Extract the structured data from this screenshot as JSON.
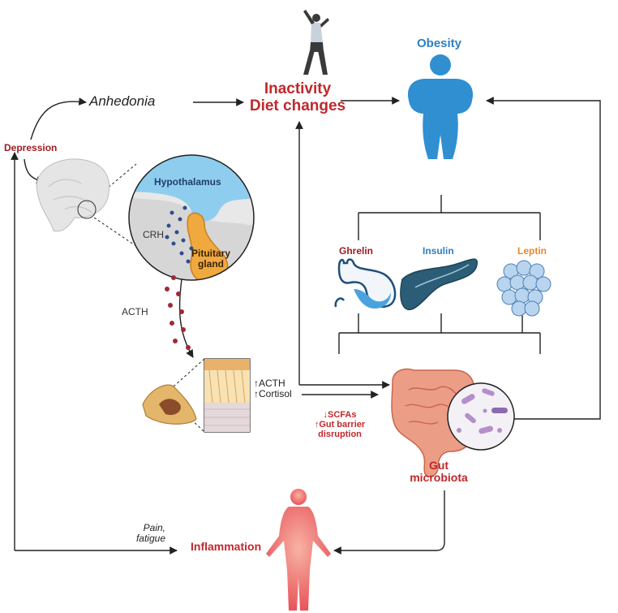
{
  "labels": {
    "obesity": "Obesity",
    "inactivity_line1": "Inactivity",
    "inactivity_line2": "Diet changes",
    "anhedonia": "Anhedonia",
    "depression": "Depression",
    "hypothalamus": "Hypothalamus",
    "crh": "CRH",
    "pituitary_line1": "Pituitary",
    "pituitary_line2": "gland",
    "acth": "ACTH",
    "up_acth": "↑ACTH",
    "up_cortisol": "↑Cortisol",
    "ghrelin": "Ghrelin",
    "insulin": "Insulin",
    "leptin": "Leptin",
    "scfas": "↓SCFAs",
    "gut_barrier_line1": "↑Gut barrier",
    "gut_barrier_line2": "disruption",
    "gut_line1": "Gut",
    "gut_line2": "microbiota",
    "pain": "Pain,",
    "fatigue": "fatigue",
    "inflammation": "Inflammation"
  },
  "icons": [
    "exercise-figure-icon",
    "obesity-figure-icon",
    "brain-icon",
    "stomach-icon",
    "pancreas-icon",
    "adipose-cells-icon",
    "adrenal-gland-icon",
    "adrenal-cortex-icon",
    "intestine-icon",
    "bacteria-icon",
    "inflamed-body-icon"
  ],
  "colors": {
    "title_red": "#c0282c",
    "depression_red": "#9e1b22",
    "obesity_blue": "#2f7fc1",
    "leptin_orange": "#e8892d",
    "hypothalamus_blue": "#7fc4ea",
    "pituitary_orange": "#f2b04a",
    "arrow": "#222222"
  }
}
